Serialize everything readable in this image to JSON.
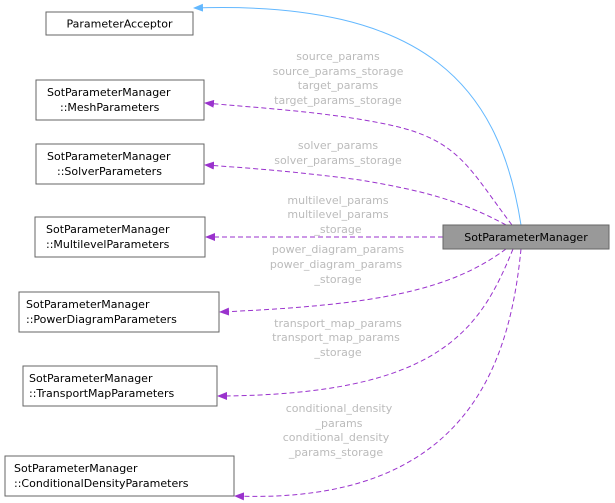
{
  "colors": {
    "inheritance": "#63b8ff",
    "usage": "#9a32cd",
    "main_fill": "#999999",
    "label": "#bbbbbb"
  },
  "nodes": {
    "main": [
      "SotParameterManager"
    ],
    "acceptor": [
      "ParameterAcceptor"
    ],
    "mesh": [
      "SotParameterManager",
      "::MeshParameters"
    ],
    "solver": [
      "SotParameterManager",
      "::SolverParameters"
    ],
    "multilevel": [
      "SotParameterManager",
      "::MultilevelParameters"
    ],
    "power": [
      "SotParameterManager",
      "::PowerDiagramParameters"
    ],
    "transport": [
      "SotParameterManager",
      "::TransportMapParameters"
    ],
    "conditional": [
      "SotParameterManager",
      "::ConditionalDensityParameters"
    ]
  },
  "edge_labels": {
    "mesh": [
      "source_params",
      "source_params_storage",
      "target_params",
      "target_params_storage"
    ],
    "solver": [
      "solver_params",
      "solver_params_storage"
    ],
    "multilevel": [
      "multilevel_params",
      "multilevel_params",
      "_storage"
    ],
    "power": [
      "power_diagram_params",
      "power_diagram_params",
      "_storage"
    ],
    "transport": [
      "transport_map_params",
      "transport_map_params",
      "_storage"
    ],
    "conditional": [
      "conditional_density",
      "_params",
      "conditional_density",
      "_params_storage"
    ]
  }
}
